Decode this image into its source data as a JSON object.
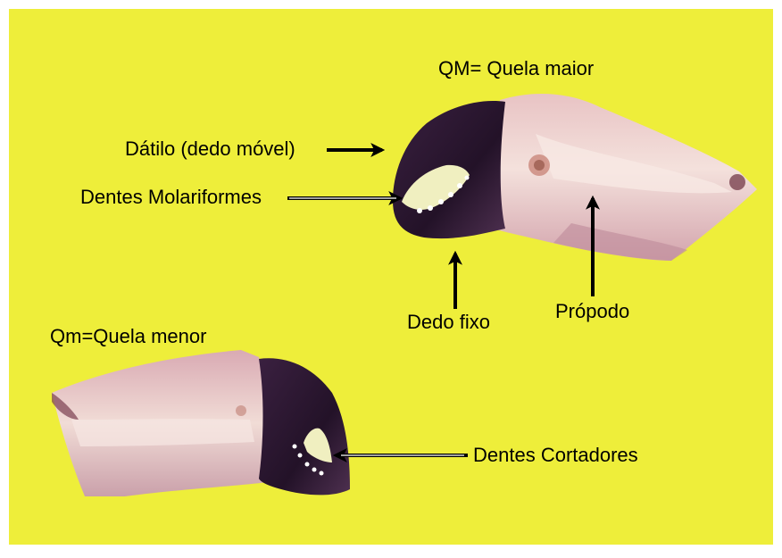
{
  "colors": {
    "background_yellow": "#eeee3a",
    "frame": "#ffffff",
    "flesh_light": "#f2dad7",
    "flesh_pink": "#d9a7ac",
    "flesh_shadow": "#b98596",
    "claw_dark": "#2a1630",
    "claw_mid": "#4b2c4f",
    "arrow": "#000000"
  },
  "labels": {
    "qm_major": "QM= Quela maior",
    "dactyl": "Dátilo (dedo móvel)",
    "molariform_teeth": "Dentes Molariformes",
    "fixed_finger": "Dedo fixo",
    "propodus": "Própodo",
    "qm_minor": "Qm=Quela menor",
    "cutting_teeth": "Dentes Cortadores"
  },
  "icons": {
    "major_claw": "crab-major-claw-photo",
    "minor_claw": "crab-minor-claw-photo",
    "arrow": "arrow-icon"
  }
}
